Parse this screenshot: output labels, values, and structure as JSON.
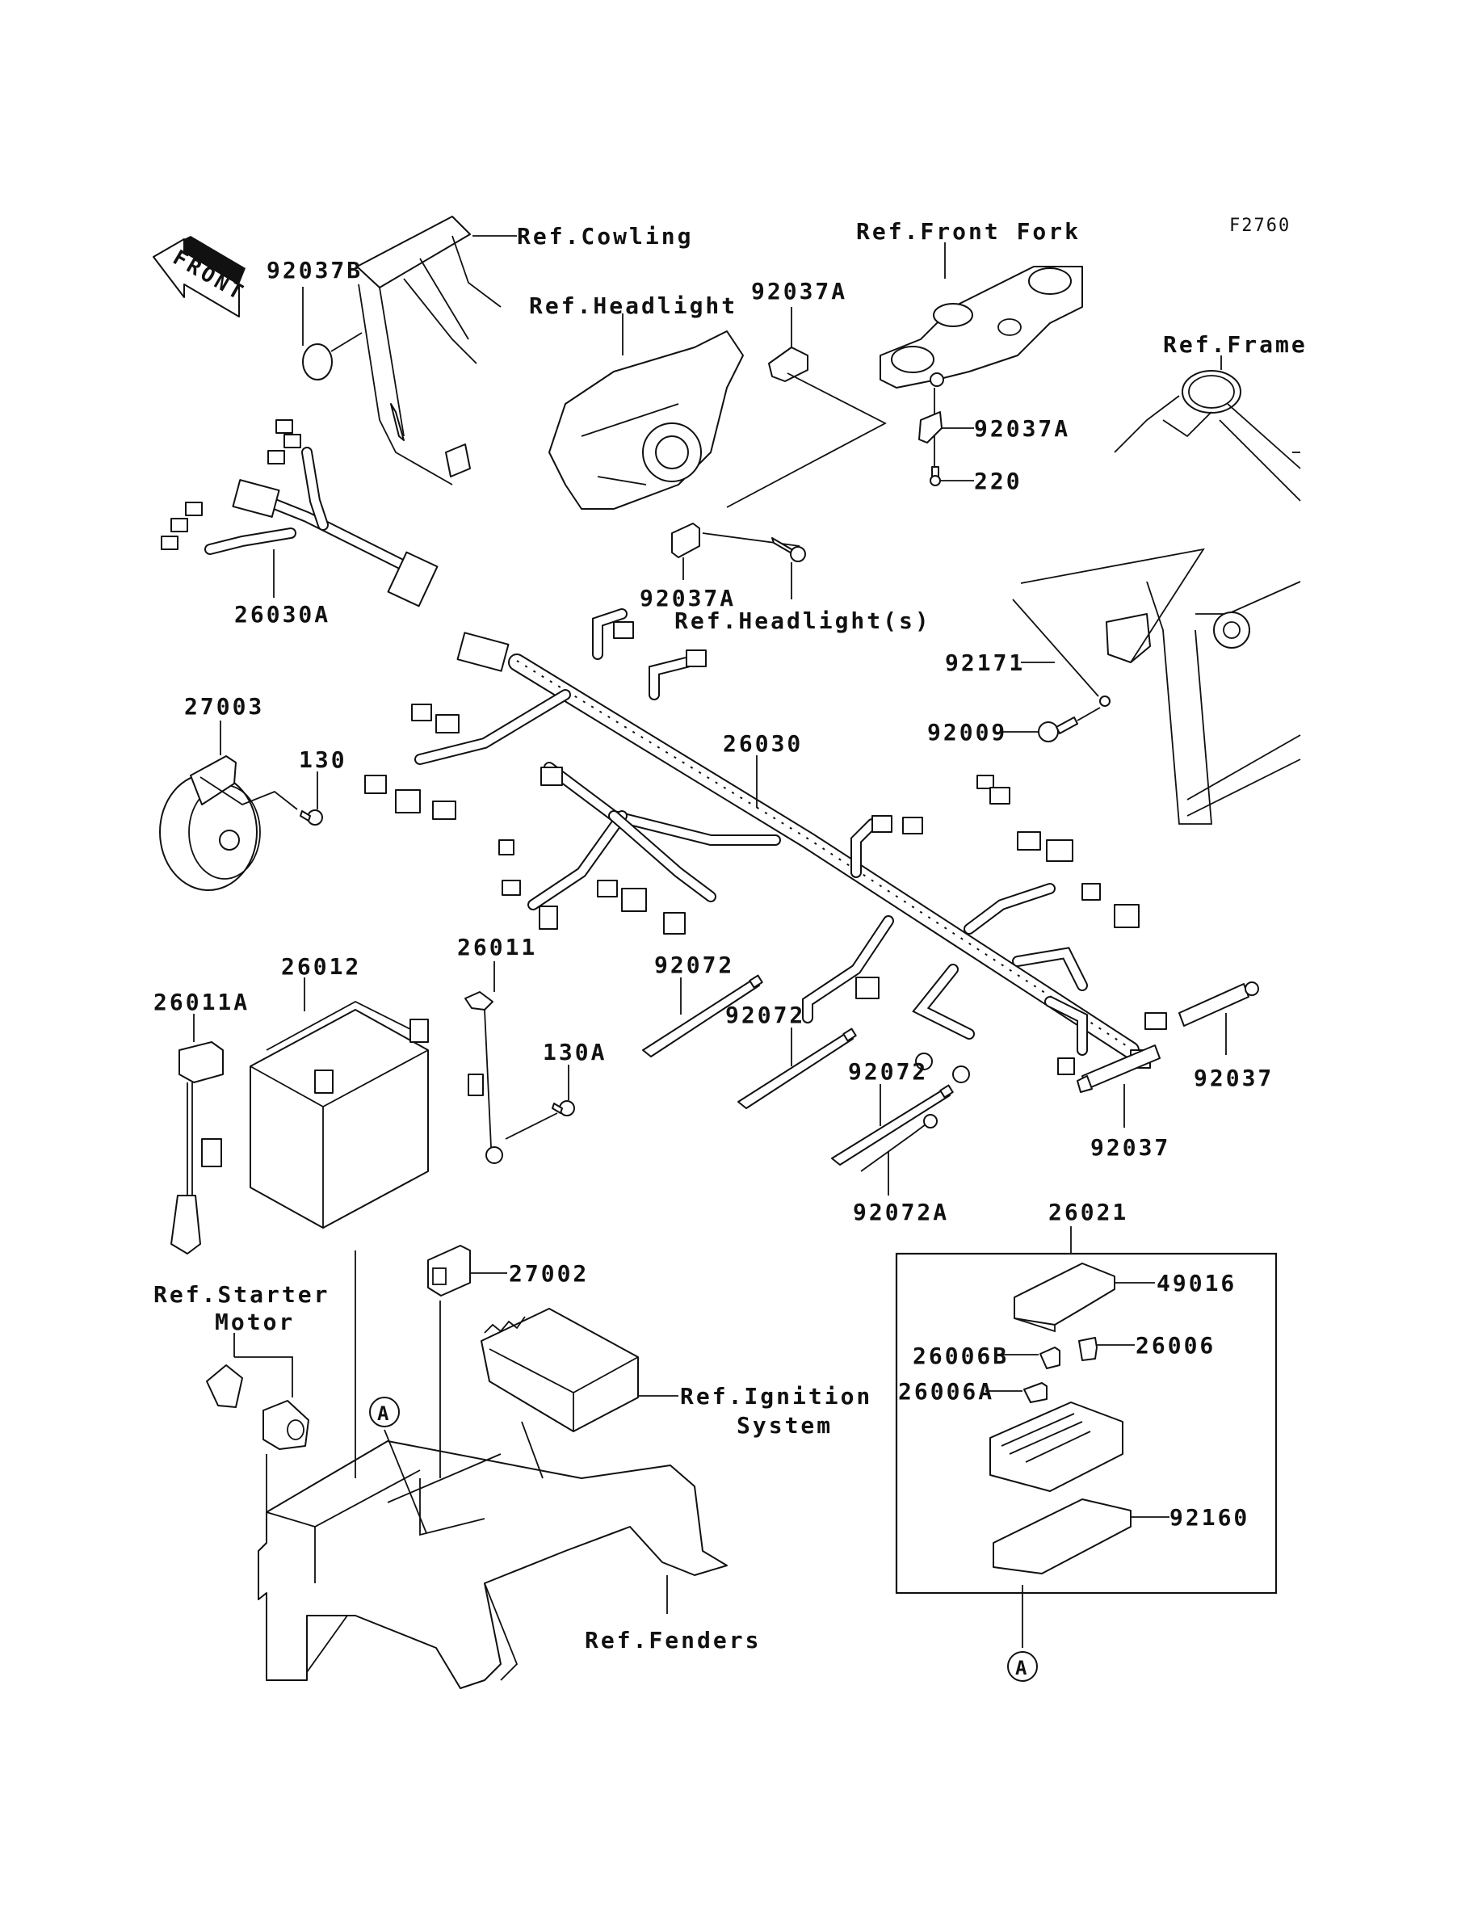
{
  "diagram": {
    "code": "F2760",
    "front_arrow_label": "FRONT",
    "references": {
      "cowling": "Ref.Cowling",
      "headlight": "Ref.Headlight",
      "headlights": "Ref.Headlight(s)",
      "front_fork": "Ref.Front Fork",
      "frame": "Ref.Frame",
      "starter_motor_line1": "Ref.Starter",
      "starter_motor_line2": "Motor",
      "ignition_line1": "Ref.Ignition",
      "ignition_line2": "System",
      "fenders": "Ref.Fenders"
    },
    "parts": {
      "p92037B": "92037B",
      "p92037A_top": "92037A",
      "p92037A_mid": "92037A",
      "p92037A_fork": "92037A",
      "p220": "220",
      "p26030A": "26030A",
      "p92171": "92171",
      "p92009": "92009",
      "p27003": "27003",
      "p130": "130",
      "p26030": "26030",
      "p26012": "26012",
      "p26011": "26011",
      "p26011A": "26011A",
      "p130A": "130A",
      "p92072_1": "92072",
      "p92072_2": "92072",
      "p92072_3": "92072",
      "p92072A": "92072A",
      "p92037_1": "92037",
      "p92037_2": "92037",
      "p26021": "26021",
      "p49016": "49016",
      "p26006": "26006",
      "p26006B": "26006B",
      "p26006A": "26006A",
      "p92160": "92160",
      "p27002": "27002"
    },
    "callouts": {
      "a_tray": "A",
      "a_fusebox": "A"
    }
  }
}
